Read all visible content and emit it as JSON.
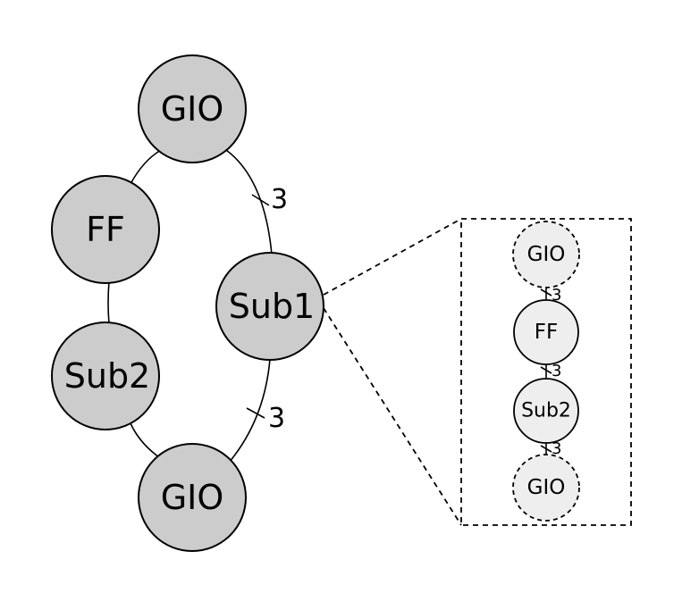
{
  "main_graph": {
    "node_fill": "#cccccc",
    "nodes": {
      "gio_top": "GIO",
      "ff": "FF",
      "sub1": "Sub1",
      "sub2": "Sub2",
      "gio_bottom": "GIO"
    },
    "edge_labels": {
      "gio_top_sub1": "3",
      "sub1_gio_bottom": "3"
    }
  },
  "detail_panel": {
    "node_fill": "#eeeeee",
    "nodes": {
      "gio_top": "GIO",
      "ff": "FF",
      "sub2": "Sub2",
      "gio_bottom": "GIO"
    },
    "edge_labels": {
      "gio_ff": "3",
      "ff_sub2": "3",
      "sub2_gio": "3"
    }
  }
}
